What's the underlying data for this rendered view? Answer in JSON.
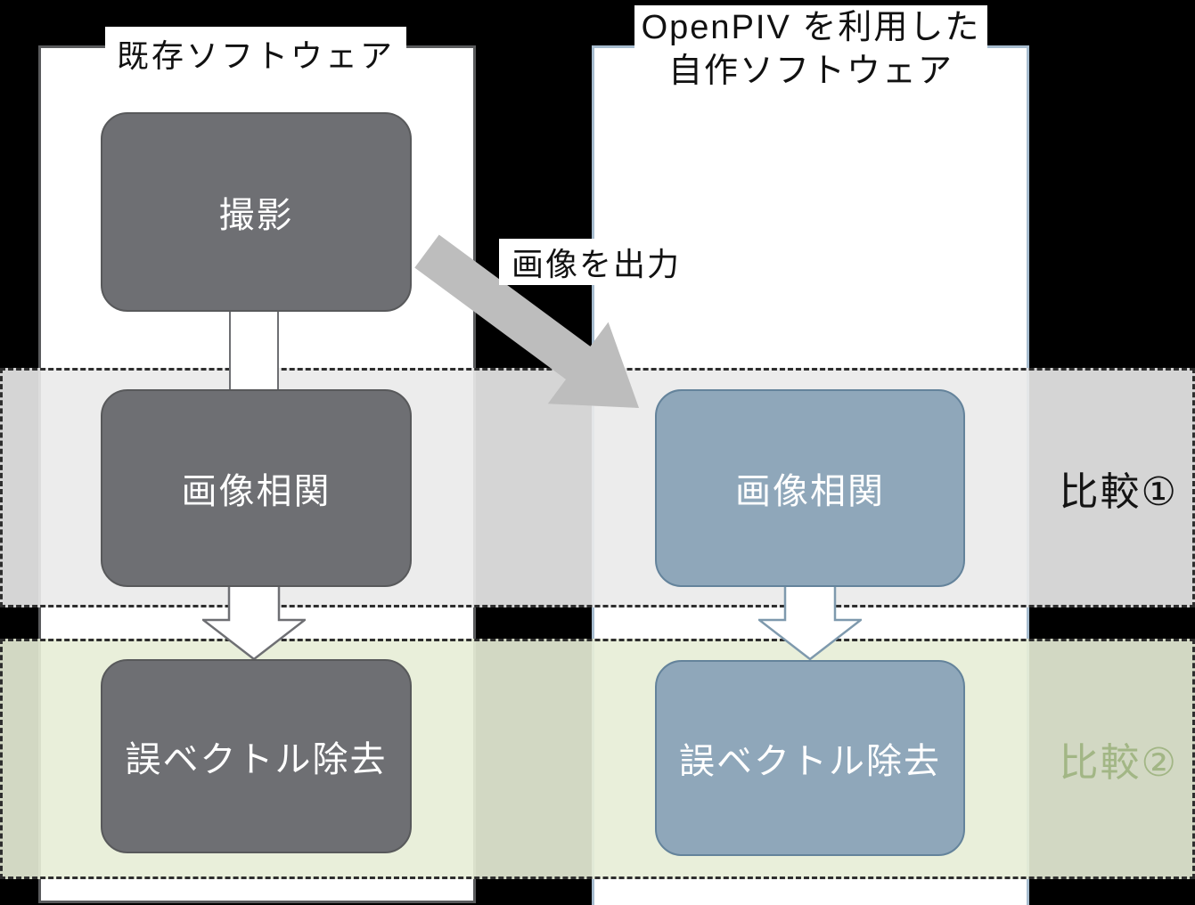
{
  "diagram": {
    "left_panel": {
      "title": "既存ソフトウェア",
      "boxes": [
        {
          "label": "撮影"
        },
        {
          "label": "画像相関"
        },
        {
          "label": "誤ベクトル除去"
        }
      ]
    },
    "right_panel": {
      "title_line1": "OpenPIV を利用した",
      "title_line2": "自作ソフトウェア",
      "boxes": [
        {
          "label": "画像相関"
        },
        {
          "label": "誤ベクトル除去"
        }
      ]
    },
    "transfer_arrow": {
      "label": "画像を出力"
    },
    "bands": [
      {
        "label": "比較①",
        "row": "画像相関"
      },
      {
        "label": "比較②",
        "row": "誤ベクトル除去"
      }
    ],
    "colors": {
      "background": "#000000",
      "left_box_fill": "#6e6f73",
      "left_box_border": "#58595b",
      "right_box_fill": "#8fa7ba",
      "right_box_border": "#64839b",
      "right_panel_border": "#a7bccf",
      "left_panel_border": "#595a5c",
      "band1_fill": "#eaeaea",
      "band2_fill": "#e7edd6",
      "band2_label_color": "#a2b685",
      "big_arrow": "#bdbdbd"
    }
  }
}
